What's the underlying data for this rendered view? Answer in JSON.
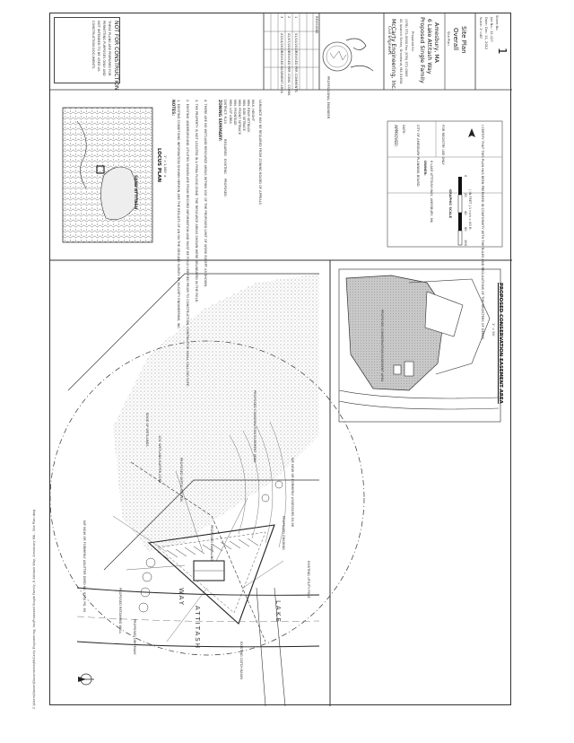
{
  "path_text": "C:\\Users\\Owner\\Documents\\McCarty Engineering, Inc\\Proposed Single Family, 6 Attitash Way, Amesbury MA - Site Plan.dwg",
  "notice": {
    "title": "NOT FOR CONSTRUCTION",
    "lines": [
      "THESE PLANS ARE PREPARED FOR",
      "PERMITTING PURPOSES ONLY AND",
      "NOT INTENDED TO BE USED AS",
      "CONSTRUCTION DOCUMENTS."
    ]
  },
  "firm": {
    "name": "McCarty Engineering, Inc.",
    "tagline": "Civil Engineers",
    "address": "41 Ipswich Street, Groveland, MA 01834",
    "phone": "(978) 372-0000 Fax (978) 372-0009"
  },
  "project": {
    "label": "Prepared for",
    "title1": "Proposed Single Family",
    "title2": "6 Lake Attitash Way",
    "town": "Amesbury, MA",
    "sheet_title_small": "Site Plan",
    "sheet_title": "Overall",
    "sheet_subtitle": "Site Plan",
    "sheet_no_label": "Sheet No.",
    "sheet_no": "1",
    "scale": "Scale: 1\"=40'",
    "date": "Date: Dec. 11, 2012",
    "job": "Job No.: 12-127"
  },
  "locus": {
    "label": "SAND ATTITASH",
    "title": "LOCUS PLAN",
    "scale": "1\" = 1,000' ±"
  },
  "notes": {
    "title": "NOTES:",
    "items": [
      "1. EXISTING CONDITIONS INFORMATION SHOWN HEREON ARE THE RESULTS OF AN ON THE GROUND SURVEY BY McCARTY ENGINEERING, INC.",
      "2. EXISTING UNDERGROUND UTILITIES SHOWN ARE FROM RECORD INFORMATION AND MUST BE FIELD VERIFIED PRIOR TO CONSTRUCTION. CONTRACTOR SHALL CALL DIG SAFE.",
      "3. THE PROPERTY IS NOT LOCATED IN A FEMA FLOOD ZONE. THE RESOURCE AREAS SHOWN WERE DELINEATED IN THE FIELD.",
      "4. THERE ARE NO WETLAND RESOURCE AREAS WITHIN 100' OF THE PROPOSED LIMIT OF WORK EXCEPT AS SHOWN."
    ]
  },
  "zoning": {
    "title": "ZONING SUMMARY:",
    "district": "DISTRICT: R-20",
    "rows": [
      "MIN. LOT AREA",
      "MIN. FRONTAGE",
      "MIN. FRONT SETBACK",
      "MIN. SIDE SETBACK",
      "MIN. REAR SETBACK",
      "MAX. HEIGHT"
    ],
    "required_header": "REQUIRED",
    "existing_header": "EXISTING",
    "proposed_header": "PROPOSED",
    "note": "VARIANCE MAY BE REQUIRED FROM ZONING BOARD OF APPEALS"
  },
  "approval": {
    "title": "APPROVED:",
    "date_label": "DATE:",
    "board": "CITY OF AMESBURY PLANNING BOARD",
    "registry": "FOR REGISTRY USE ONLY",
    "cert": "I CERTIFY THAT THIS PLAN HAS BEEN PREPARED IN CONFORMITY WITH THE RULES AND REGULATIONS OF THE REGISTERS OF DEEDS.",
    "owner_title": "OWNER:",
    "owner": "6 LAKE ATTITASH WAY, AMESBURY, MA",
    "graphic_scale": "GRAPHIC SCALE",
    "scale_text": "( IN FEET )  1 inch = 40 ft.",
    "scale_nums": [
      "0",
      "20",
      "40",
      "80",
      "160"
    ]
  },
  "revisions": {
    "header": "REVISIONS",
    "rows": [
      [
        "1",
        "01/10/2013",
        "REVISED PER COMMENTS"
      ],
      [
        "2",
        "02/07/2013",
        "REVISED PER CONS. COMM."
      ],
      [
        "3",
        "03/14/2013",
        "REVISED EASEMENT AREA"
      ]
    ]
  },
  "stamp_text": "PROFESSIONAL ENGINEER",
  "easement": {
    "title": "PROPOSED CONSERVATION EASEMENT AREA",
    "scale": "1\" = 50'",
    "label": "PROPOSED CONSERVATION EASEMENT AREA"
  },
  "site": {
    "road1": "ATTITASH",
    "road2": "WAY",
    "road3": "LAKE",
    "labels": [
      "N/F NOW OR FORMERLY ABUTTER DEED BK. 6250 PG. 89",
      "PROPOSED DWELLING",
      "PROPOSED SEPTIC SYSTEM",
      "PROPOSED DRIVEWAY",
      "EDGE OF WETLANDS",
      "100' WETLAND BUFFER ZONE",
      "PROPOSED RETAINING WALL",
      "N/F NOW OR FORMERLY ASSESSORS 63-98",
      "PROPOSED CONSERVATION EASEMENT AREA",
      "EXISTING CATCH BASIN",
      "PROPOSED GRADING",
      "EXISTING UTILITY POLE"
    ]
  }
}
